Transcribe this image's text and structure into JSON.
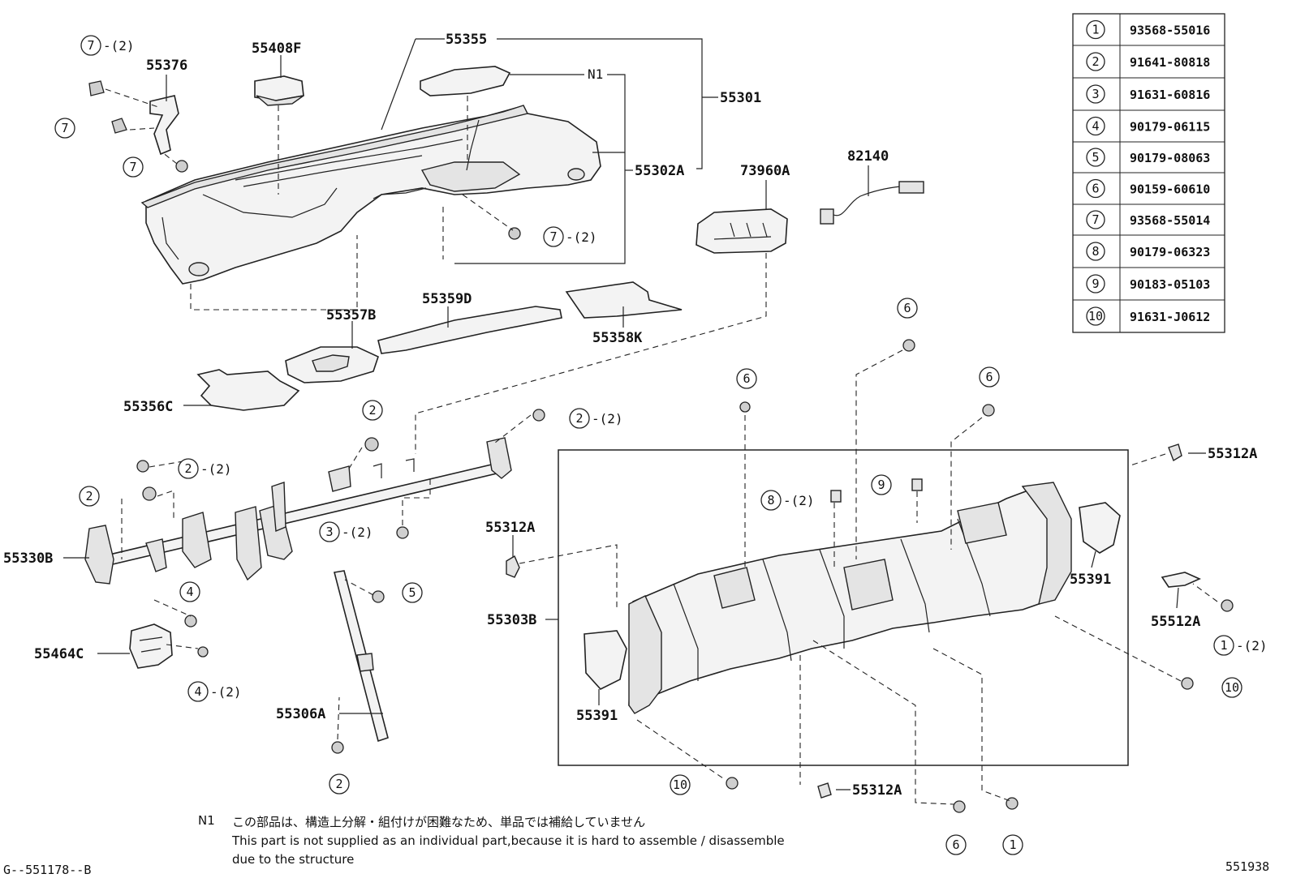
{
  "labels": {
    "p55355": "55355",
    "p55376": "55376",
    "p55408F": "55408F",
    "p55301": "55301",
    "pN1": "N1",
    "p55302A": "55302A",
    "p73960A": "73960A",
    "p82140": "82140",
    "p55359D": "55359D",
    "p55357B": "55357B",
    "p55358K": "55358K",
    "p55356C": "55356C",
    "p55330B": "55330B",
    "p55312A_a": "55312A",
    "p55312A_b": "55312A",
    "p55312A_c": "55312A",
    "p55303B": "55303B",
    "p55391_a": "55391",
    "p55391_b": "55391",
    "p55512A": "55512A",
    "p55464C": "55464C",
    "p55306A": "55306A"
  },
  "callouts": {
    "c7a": {
      "num": "7",
      "qty": "-(2)"
    },
    "c7b": {
      "num": "7",
      "qty": ""
    },
    "c7c": {
      "num": "7",
      "qty": ""
    },
    "c7d": {
      "num": "7",
      "qty": "-(2)"
    },
    "c2a": {
      "num": "2",
      "qty": ""
    },
    "c2b": {
      "num": "2",
      "qty": "-(2)"
    },
    "c2c": {
      "num": "2",
      "qty": "-(2)"
    },
    "c2d": {
      "num": "2",
      "qty": ""
    },
    "c2e": {
      "num": "2",
      "qty": ""
    },
    "c3a": {
      "num": "3",
      "qty": "-(2)"
    },
    "c4a": {
      "num": "4",
      "qty": ""
    },
    "c4b": {
      "num": "4",
      "qty": "-(2)"
    },
    "c5a": {
      "num": "5",
      "qty": ""
    },
    "c6a": {
      "num": "6",
      "qty": ""
    },
    "c6b": {
      "num": "6",
      "qty": ""
    },
    "c6c": {
      "num": "6",
      "qty": ""
    },
    "c6d": {
      "num": "6",
      "qty": ""
    },
    "c8a": {
      "num": "8",
      "qty": "-(2)"
    },
    "c9a": {
      "num": "9",
      "qty": ""
    },
    "c1a": {
      "num": "1",
      "qty": "-(2)"
    },
    "c1b": {
      "num": "1",
      "qty": ""
    },
    "c10a": {
      "num": "10",
      "qty": ""
    },
    "c10b": {
      "num": "10",
      "qty": ""
    }
  },
  "parts_table": [
    {
      "num": "1",
      "part": "93568-55016"
    },
    {
      "num": "2",
      "part": "91641-80818"
    },
    {
      "num": "3",
      "part": "91631-60816"
    },
    {
      "num": "4",
      "part": "90179-06115"
    },
    {
      "num": "5",
      "part": "90179-08063"
    },
    {
      "num": "6",
      "part": "90159-60610"
    },
    {
      "num": "7",
      "part": "93568-55014"
    },
    {
      "num": "8",
      "part": "90179-06323"
    },
    {
      "num": "9",
      "part": "90183-05103"
    },
    {
      "num": "10",
      "part": "91631-J0612"
    }
  ],
  "note": {
    "marker": "N1",
    "japanese": "この部品は、構造上分解・組付けが困難なため、単品では補給していません",
    "english_line1": "This part is not supplied as an individual part,because it is hard to assemble / disassemble",
    "english_line2": "due to the structure"
  },
  "footer": {
    "left_code": "G--551178--B",
    "right_code": "551938"
  }
}
